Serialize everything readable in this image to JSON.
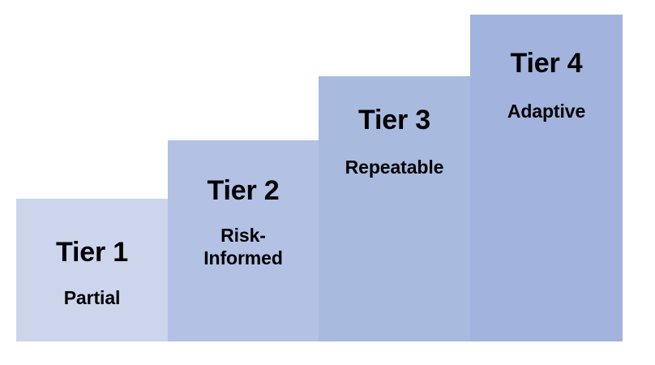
{
  "figure": {
    "kind": "staircase-tier-diagram",
    "background_color": "#ffffff",
    "text_color": "#000000"
  },
  "chart_data": {
    "type": "bar",
    "title": "",
    "subtitle": "",
    "xlabel": "",
    "ylabel": "",
    "grid": false,
    "legend": "none",
    "orientation": "vertical",
    "categories": [
      "Tier 1",
      "Tier 2",
      "Tier 3",
      "Tier 4"
    ],
    "values": [
      1,
      2,
      3,
      4
    ],
    "value_labels": [
      "Partial",
      "Risk-Informed",
      "Repeatable",
      "Adaptive"
    ],
    "bar_colors": [
      "#ccd5ec",
      "#b2c1e4",
      "#a9badf",
      "#a2b4dd"
    ],
    "ylim": [
      0,
      4
    ]
  },
  "tiers": [
    {
      "id": "tier-1",
      "title": "Tier 1",
      "subtitle": "Partial",
      "subtitle_lines": [
        "Partial"
      ],
      "color": "#ccd5ec",
      "level": 1
    },
    {
      "id": "tier-2",
      "title": "Tier 2",
      "subtitle": "Risk-Informed",
      "subtitle_lines": [
        "Risk-",
        "Informed"
      ],
      "color": "#b2c1e4",
      "level": 2
    },
    {
      "id": "tier-3",
      "title": "Tier 3",
      "subtitle": "Repeatable",
      "subtitle_lines": [
        "Repeatable"
      ],
      "color": "#a9badf",
      "level": 3
    },
    {
      "id": "tier-4",
      "title": "Tier 4",
      "subtitle": "Adaptive",
      "subtitle_lines": [
        "Adaptive"
      ],
      "color": "#a2b4dd",
      "level": 4
    }
  ]
}
